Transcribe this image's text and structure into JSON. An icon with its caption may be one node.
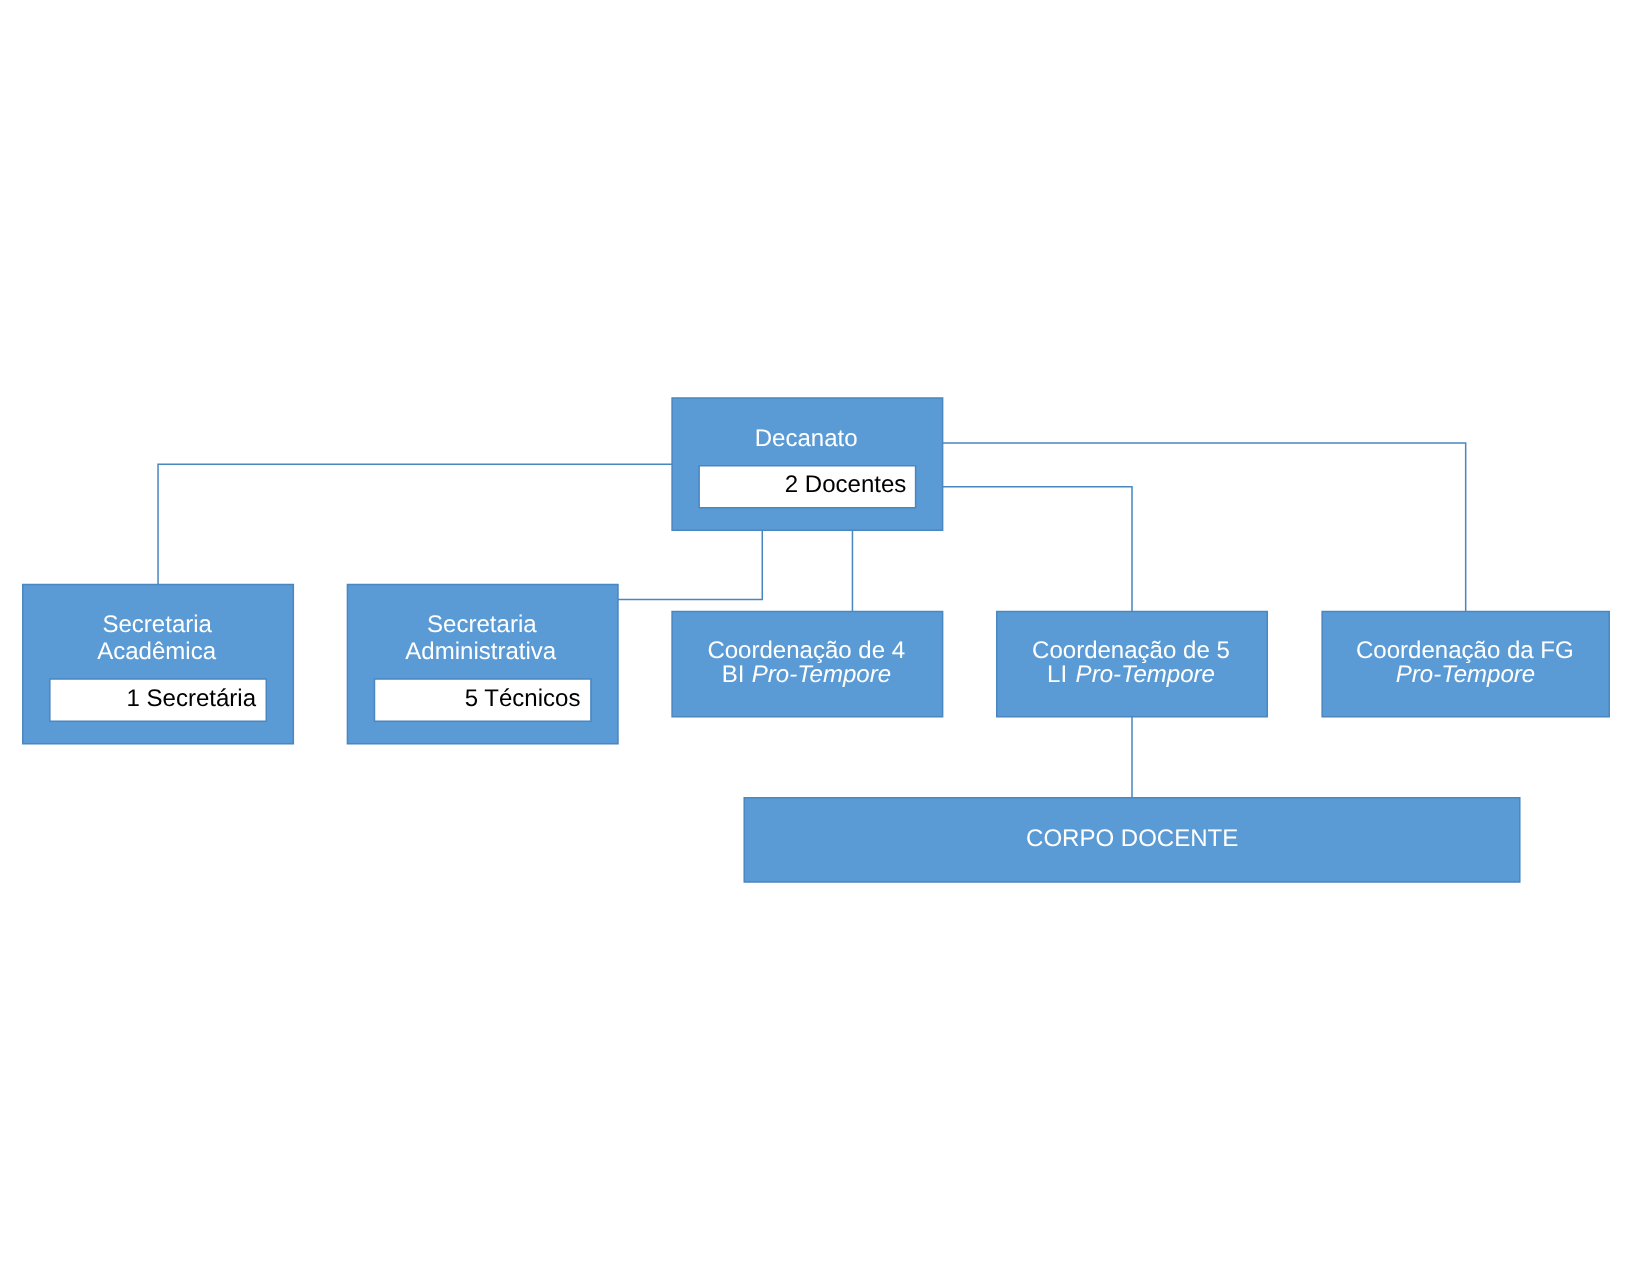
{
  "diagram": {
    "nodes": [
      {
        "text": [
          "Decanato",
          "2 Docentes"
        ]
      },
      {
        "text": [
          "Secretaria Acadêmica",
          "1 Secretária"
        ]
      },
      {
        "text": [
          "Secretaria Administrativa",
          "5 Técnicos"
        ]
      },
      {
        "text": [
          "Coordenação de 4 BI *Pro-Tempore*"
        ]
      },
      {
        "text": [
          "Coordenação de 5 LI *Pro-Tempore*"
        ]
      },
      {
        "text": [
          "Coordenação da FG *Pro-Tempore*"
        ]
      },
      {
        "text": [
          "CORPO DOCENTE"
        ]
      }
    ],
    "edges": [
      {
        "from": 0,
        "to": 1,
        "arrow": "none"
      },
      {
        "from": 0,
        "to": 2,
        "arrow": "none"
      },
      {
        "from": 0,
        "to": 3,
        "arrow": "none"
      },
      {
        "from": 0,
        "to": 4,
        "arrow": "none"
      },
      {
        "from": 0,
        "to": 5,
        "arrow": "none"
      },
      {
        "from": 4,
        "to": 6,
        "arrow": "none"
      }
    ]
  }
}
